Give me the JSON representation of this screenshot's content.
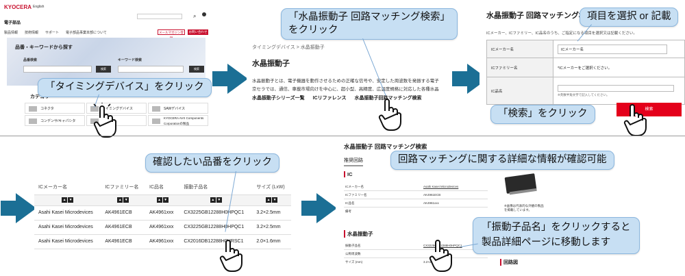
{
  "colors": {
    "callout_bg": "#c7dff3",
    "arrow": "#1b6f95",
    "brand_red": "#c8102e"
  },
  "panel1": {
    "logo": "KYOCERA",
    "lang": "English",
    "site_title": "電子部品",
    "nav": [
      "製品情報",
      "技術情報",
      "サポート",
      "電子部品事業本部について"
    ],
    "search_heading": "品番・キーワードから探す",
    "part_label": "品番検索",
    "keyword_label": "キーワード検索",
    "search_btn": "検索",
    "mail_btn": "メールマガジン登録",
    "contact_btn": "お問い合わせ",
    "category_heading": "カテゴリ",
    "categories": [
      "コネクタ",
      "タイミングデバイス",
      "SAWデバイス",
      "コンデンサ/キャパシタ",
      "",
      "KYOCERA AVX Components Corporationの製品"
    ],
    "callout": "「タイミングデバイス」をクリック"
  },
  "panel2": {
    "callout_line1": "「水晶振動子 回路マッチング検索」",
    "callout_line2": "をクリック",
    "breadcrumb": "タイミングデバイス > 水晶振動子",
    "title": "水晶振動子",
    "para1": "水晶振動子とは、電子機器を動作させるための正確な信号や、安定した周波数を発振する電子",
    "para2": "京セラでは、通信、車載市場向けを中心に、超小型、高精度、広温度規格に対応した各種水晶",
    "links": [
      "水晶振動子シリーズ一覧",
      "ICリファレンス",
      "水晶振動子回路マッチング検索"
    ]
  },
  "panel3": {
    "title": "水晶振動子 回路マッチング検索",
    "callout": "項目を選択 or 記載",
    "desc": "ICメーカー、ICファミリー、IC品名のうち、ご指定になる項目を選択又は記載ください。",
    "fields": [
      {
        "label": "ICメーカー名",
        "value": "ICメーカー名"
      },
      {
        "label": "ICファミリー名",
        "value": "*ICメーカーをご選択ください。"
      },
      {
        "label": "IC品名",
        "value": "※英数半角文字で記入してください。"
      }
    ],
    "search_btn": "検索",
    "callout2": "「検索」をクリック"
  },
  "panel4": {
    "callout": "確認したい品番をクリック",
    "headers": [
      "ICメーカー名",
      "ICファミリー名",
      "IC品名",
      "振動子品名",
      "サイズ (LxW)"
    ],
    "rows": [
      [
        "Asahi Kasei Microdevices",
        "AK4961ECB",
        "AK4961xxx",
        "CX3225GB12288H0HPQC1",
        "3.2×2.5mm"
      ],
      [
        "Asahi Kasei Microdevices",
        "AK4961ECB",
        "AK4961xxx",
        "CX3225GB12288H0HPQC1",
        "3.2×2.5mm"
      ],
      [
        "Asahi Kasei Microdevices",
        "AK4961ECB",
        "AK4961xxx",
        "CX2016DB12288H0HRSC1",
        "2.0×1.6mm"
      ]
    ],
    "sort_up": "▲",
    "sort_down": "▼"
  },
  "panel5": {
    "title": "水晶振動子 回路マッチング検索",
    "tab": "推奨回路",
    "callout": "回路マッチングに関する詳細な情報が確認可能",
    "ic_section": "IC",
    "ic_rows": [
      {
        "label": "ICメーカー名",
        "value": "Asahi Kasei Microdevices"
      },
      {
        "label": "ICファミリー名",
        "value": "AK4961ECB"
      },
      {
        "label": "IC品名",
        "value": "AK4961xxx"
      },
      {
        "label": "備考",
        "value": ""
      }
    ],
    "image_caption": "※画像は代表的な外観の製品を掲載しています。",
    "xtal_section": "水晶振動子",
    "xtal_rows": [
      {
        "label": "振動子品名",
        "value": "CX3225GB12288H0HPQC1"
      },
      {
        "label": "公称周波数",
        "value": ""
      },
      {
        "label": "サイズ (mm)",
        "value": "3.2×2.5"
      }
    ],
    "circuit_section": "回路図",
    "callout2_line1": "「振動子品名」をクリックすると",
    "callout2_line2": "製品詳細ページに移動します"
  }
}
